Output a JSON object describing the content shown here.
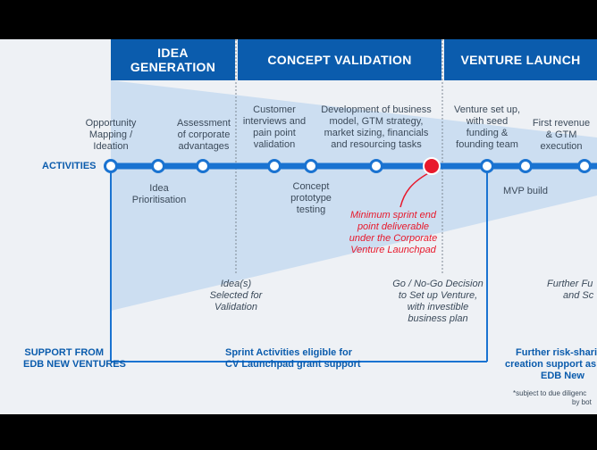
{
  "headers": {
    "idea_line1": "IDEA",
    "idea_line2": "GENERATION",
    "concept": "CONCEPT VALIDATION",
    "venture": "VENTURE LAUNCH"
  },
  "activities_label": "ACTIVITIES",
  "top_steps": [
    {
      "l1": "Opportunity",
      "l2": "Mapping /",
      "l3": "Ideation"
    },
    {
      "l1": "Assessment",
      "l2": "of corporate",
      "l3": "advantages"
    },
    {
      "l1": "Customer",
      "l2": "interviews and",
      "l3": "pain point",
      "l4": "validation"
    },
    {
      "l1": "Development of business",
      "l2": "model, GTM strategy,",
      "l3": "market sizing, financials",
      "l4": "and resourcing tasks"
    },
    {
      "l1": "Venture set up,",
      "l2": "with seed",
      "l3": "funding &",
      "l4": "founding team"
    },
    {
      "l1": "First revenue",
      "l2": "& GTM",
      "l3": "execution"
    }
  ],
  "bottom_steps": [
    {
      "l1": "Idea",
      "l2": "Prioritisation"
    },
    {
      "l1": "Concept",
      "l2": "prototype",
      "l3": "testing"
    },
    {
      "l1": "MVP build"
    }
  ],
  "red_note": {
    "l1": "Minimum sprint end",
    "l2": "point deliverable",
    "l3": "under the Corporate",
    "l4": "Venture Launchpad"
  },
  "gates": [
    {
      "l1": "Idea(s)",
      "l2": "Selected for",
      "l3": "Validation"
    },
    {
      "l1": "Go / No-Go Decision",
      "l2": "to Set up Venture,",
      "l3": "with investible",
      "l4": "business plan"
    },
    {
      "l1": "Further Fu",
      "l2": "and Sc"
    }
  ],
  "support": {
    "l1": "SUPPORT FROM",
    "l2": "EDB NEW VENTURES"
  },
  "sprint": {
    "l1": "Sprint Activities eligible for",
    "l2": "CV Launchpad grant support"
  },
  "further": {
    "l1": "Further risk-sharin",
    "l2": "creation support as",
    "l3": "EDB New"
  },
  "footnote": {
    "l1": "*subject to due diligenc",
    "l2": "by bot"
  },
  "colors": {
    "blue": "#0b5cad",
    "line": "#1a73d1",
    "red": "#e8192c",
    "wedge": "#c5daf0"
  }
}
